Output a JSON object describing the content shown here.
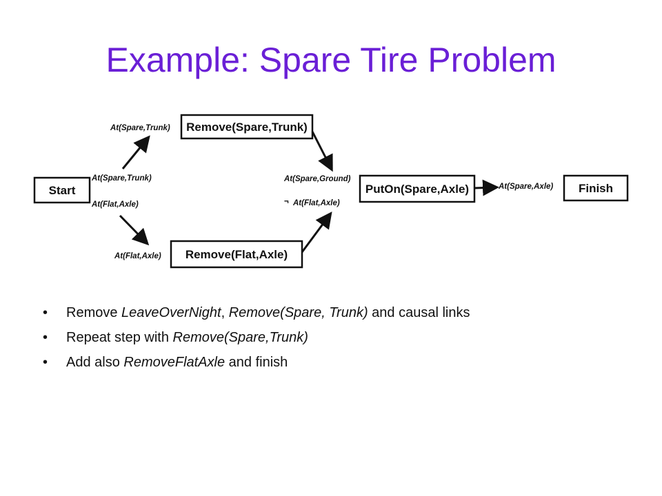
{
  "title": "Example: Spare Tire Problem",
  "diagram": {
    "nodes": {
      "start": "Start",
      "remove_spare_trunk": "Remove(Spare,Trunk)",
      "remove_flat_axle": "Remove(Flat,Axle)",
      "puton_spare_axle": "PutOn(Spare,Axle)",
      "finish": "Finish"
    },
    "conditions": {
      "start_at_spare_trunk": "At(Spare,Trunk)",
      "start_at_flat_axle": "At(Flat,Axle)",
      "pre_remove_spare_trunk": "At(Spare,Trunk)",
      "pre_remove_flat_axle": "At(Flat,Axle)",
      "pre_puton_spare_ground": "At(Spare,Ground)",
      "pre_puton_not_flat_axle": "At(Flat,Axle)",
      "pre_finish": "At(Spare,Axle)"
    },
    "negation_symbol": "¬"
  },
  "bullets": [
    {
      "parts": [
        {
          "t": "Remove "
        },
        {
          "t": "LeaveOverNight",
          "i": true
        },
        {
          "t": ", "
        },
        {
          "t": "Remove(Spare, Trunk)",
          "i": true
        },
        {
          "t": " and causal links"
        }
      ]
    },
    {
      "parts": [
        {
          "t": "Repeat step with "
        },
        {
          "t": "Remove(Spare,Trunk)",
          "i": true
        }
      ]
    },
    {
      "parts": [
        {
          "t": "Add also "
        },
        {
          "t": "RemoveFlatAxle",
          "i": true
        },
        {
          "t": " and finish"
        }
      ]
    }
  ]
}
